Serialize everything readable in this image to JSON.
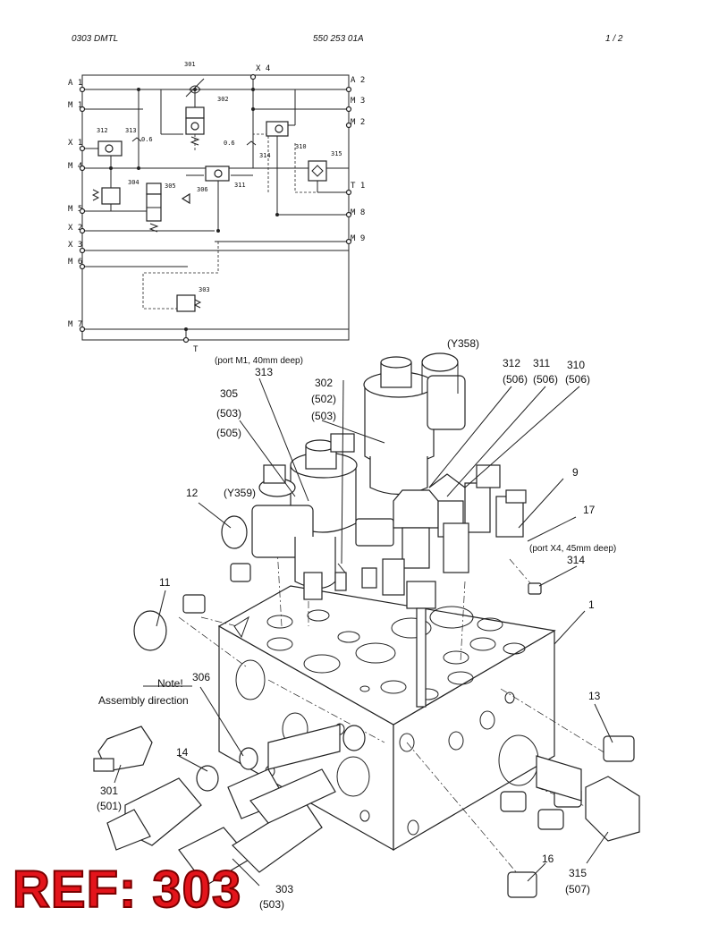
{
  "header": {
    "left": "0303 DMTL",
    "center": "550 253 01A",
    "right": "1 /   2"
  },
  "schematic": {
    "ports_left": [
      "A 1",
      "M 1",
      "X 1",
      "M 4",
      "M 5",
      "X 2",
      "X 3",
      "M 6",
      "M 7"
    ],
    "ports_right": [
      "A 2",
      "M 3",
      "M 2",
      "T 1",
      "M 8",
      "M 9"
    ],
    "port_top": "X 4",
    "port_bottom": "T",
    "components": [
      "301",
      "302",
      "303",
      "304",
      "305",
      "306",
      "310",
      "311",
      "312",
      "313",
      "314",
      "315"
    ],
    "orifices": [
      "0.6",
      "0.6"
    ]
  },
  "exploded": {
    "labels": {
      "y358": "(Y358)",
      "port_m1_note": "(port M1, 40mm deep)",
      "c313": "313",
      "c302": "302",
      "c302_502": "(502)",
      "c302_503": "(503)",
      "c305": "305",
      "c305_503": "(503)",
      "c305_505": "(505)",
      "c312": "312",
      "c312_506": "(506)",
      "c311": "311",
      "c311_506": "(506)",
      "c310": "310",
      "c310_506": "(506)",
      "c9": "9",
      "c17": "17",
      "port_x4_note": "(port X4, 45mm deep)",
      "c314": "314",
      "c12": "12",
      "y359": "(Y359)",
      "c11": "11",
      "c1": "1",
      "c306": "306",
      "note": "Note!",
      "assembly": "Assembly direction",
      "c13": "13",
      "c14": "14",
      "c301": "301",
      "c301_501": "(501)",
      "c16": "16",
      "c315": "315",
      "c315_507": "(507)",
      "c303": "303",
      "c303_503": "(503)"
    }
  },
  "ref_stamp": "REF: 303",
  "colors": {
    "ref_red": "#e3141b",
    "line": "#222222"
  }
}
